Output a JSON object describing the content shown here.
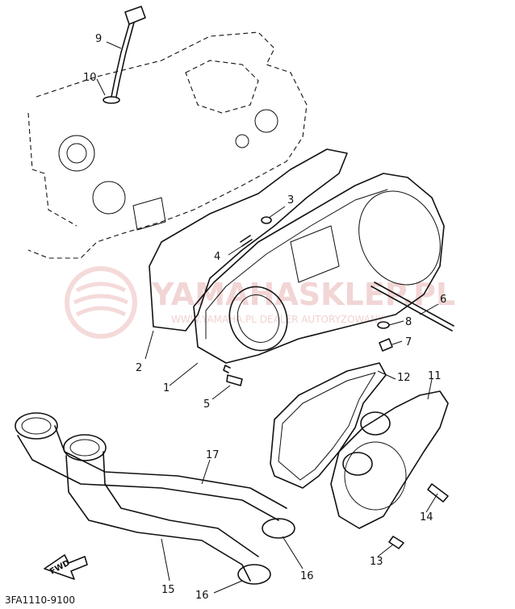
{
  "diagram_code": "3FA1110-9100",
  "direction_marker": "FWD",
  "watermark": {
    "main": "YAMAHASKLEP.PL",
    "sub": "WWW.YAMAHA.PL DEALER AUTORYZOWANY"
  },
  "callouts": [
    {
      "id": "c1",
      "label": "1"
    },
    {
      "id": "c2",
      "label": "2"
    },
    {
      "id": "c3",
      "label": "3"
    },
    {
      "id": "c4",
      "label": "4"
    },
    {
      "id": "c5",
      "label": "5"
    },
    {
      "id": "c6",
      "label": "6"
    },
    {
      "id": "c7",
      "label": "7"
    },
    {
      "id": "c8",
      "label": "8"
    },
    {
      "id": "c9",
      "label": "9"
    },
    {
      "id": "c10",
      "label": "10"
    },
    {
      "id": "c11",
      "label": "11"
    },
    {
      "id": "c12",
      "label": "12"
    },
    {
      "id": "c13",
      "label": "13"
    },
    {
      "id": "c14",
      "label": "14"
    },
    {
      "id": "c15",
      "label": "15"
    },
    {
      "id": "c16a",
      "label": "16"
    },
    {
      "id": "c16b",
      "label": "16"
    },
    {
      "id": "c17",
      "label": "17"
    }
  ]
}
